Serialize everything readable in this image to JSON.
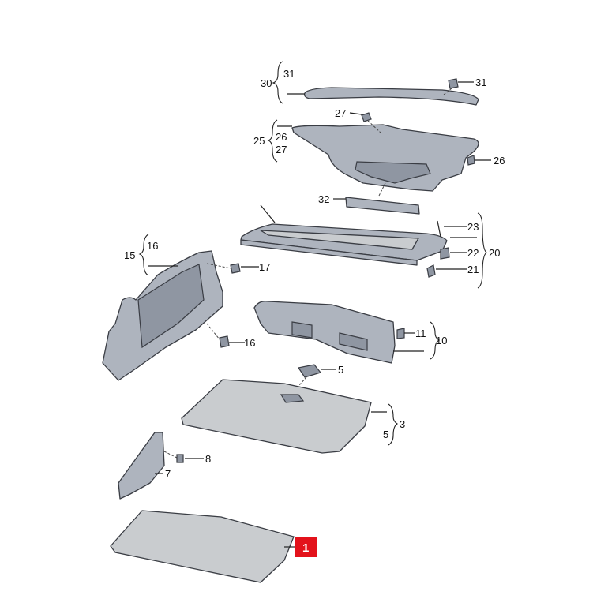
{
  "diagram": {
    "highlight_color": "#e3121b",
    "callouts": {
      "c30": "30",
      "c30_31": "31",
      "c31": "31",
      "c27": "27",
      "c25": "25",
      "c25_26": "26",
      "c25_27": "27",
      "c26": "26",
      "c32": "32",
      "c23": "23",
      "c22": "22",
      "c20": "20",
      "c21": "21",
      "c15": "15",
      "c15_16": "16",
      "c17": "17",
      "c16": "16",
      "c11": "11",
      "c10": "10",
      "c5": "5",
      "c3": "3",
      "c3_5": "5",
      "c8": "8",
      "c7": "7",
      "c1": "1"
    }
  }
}
